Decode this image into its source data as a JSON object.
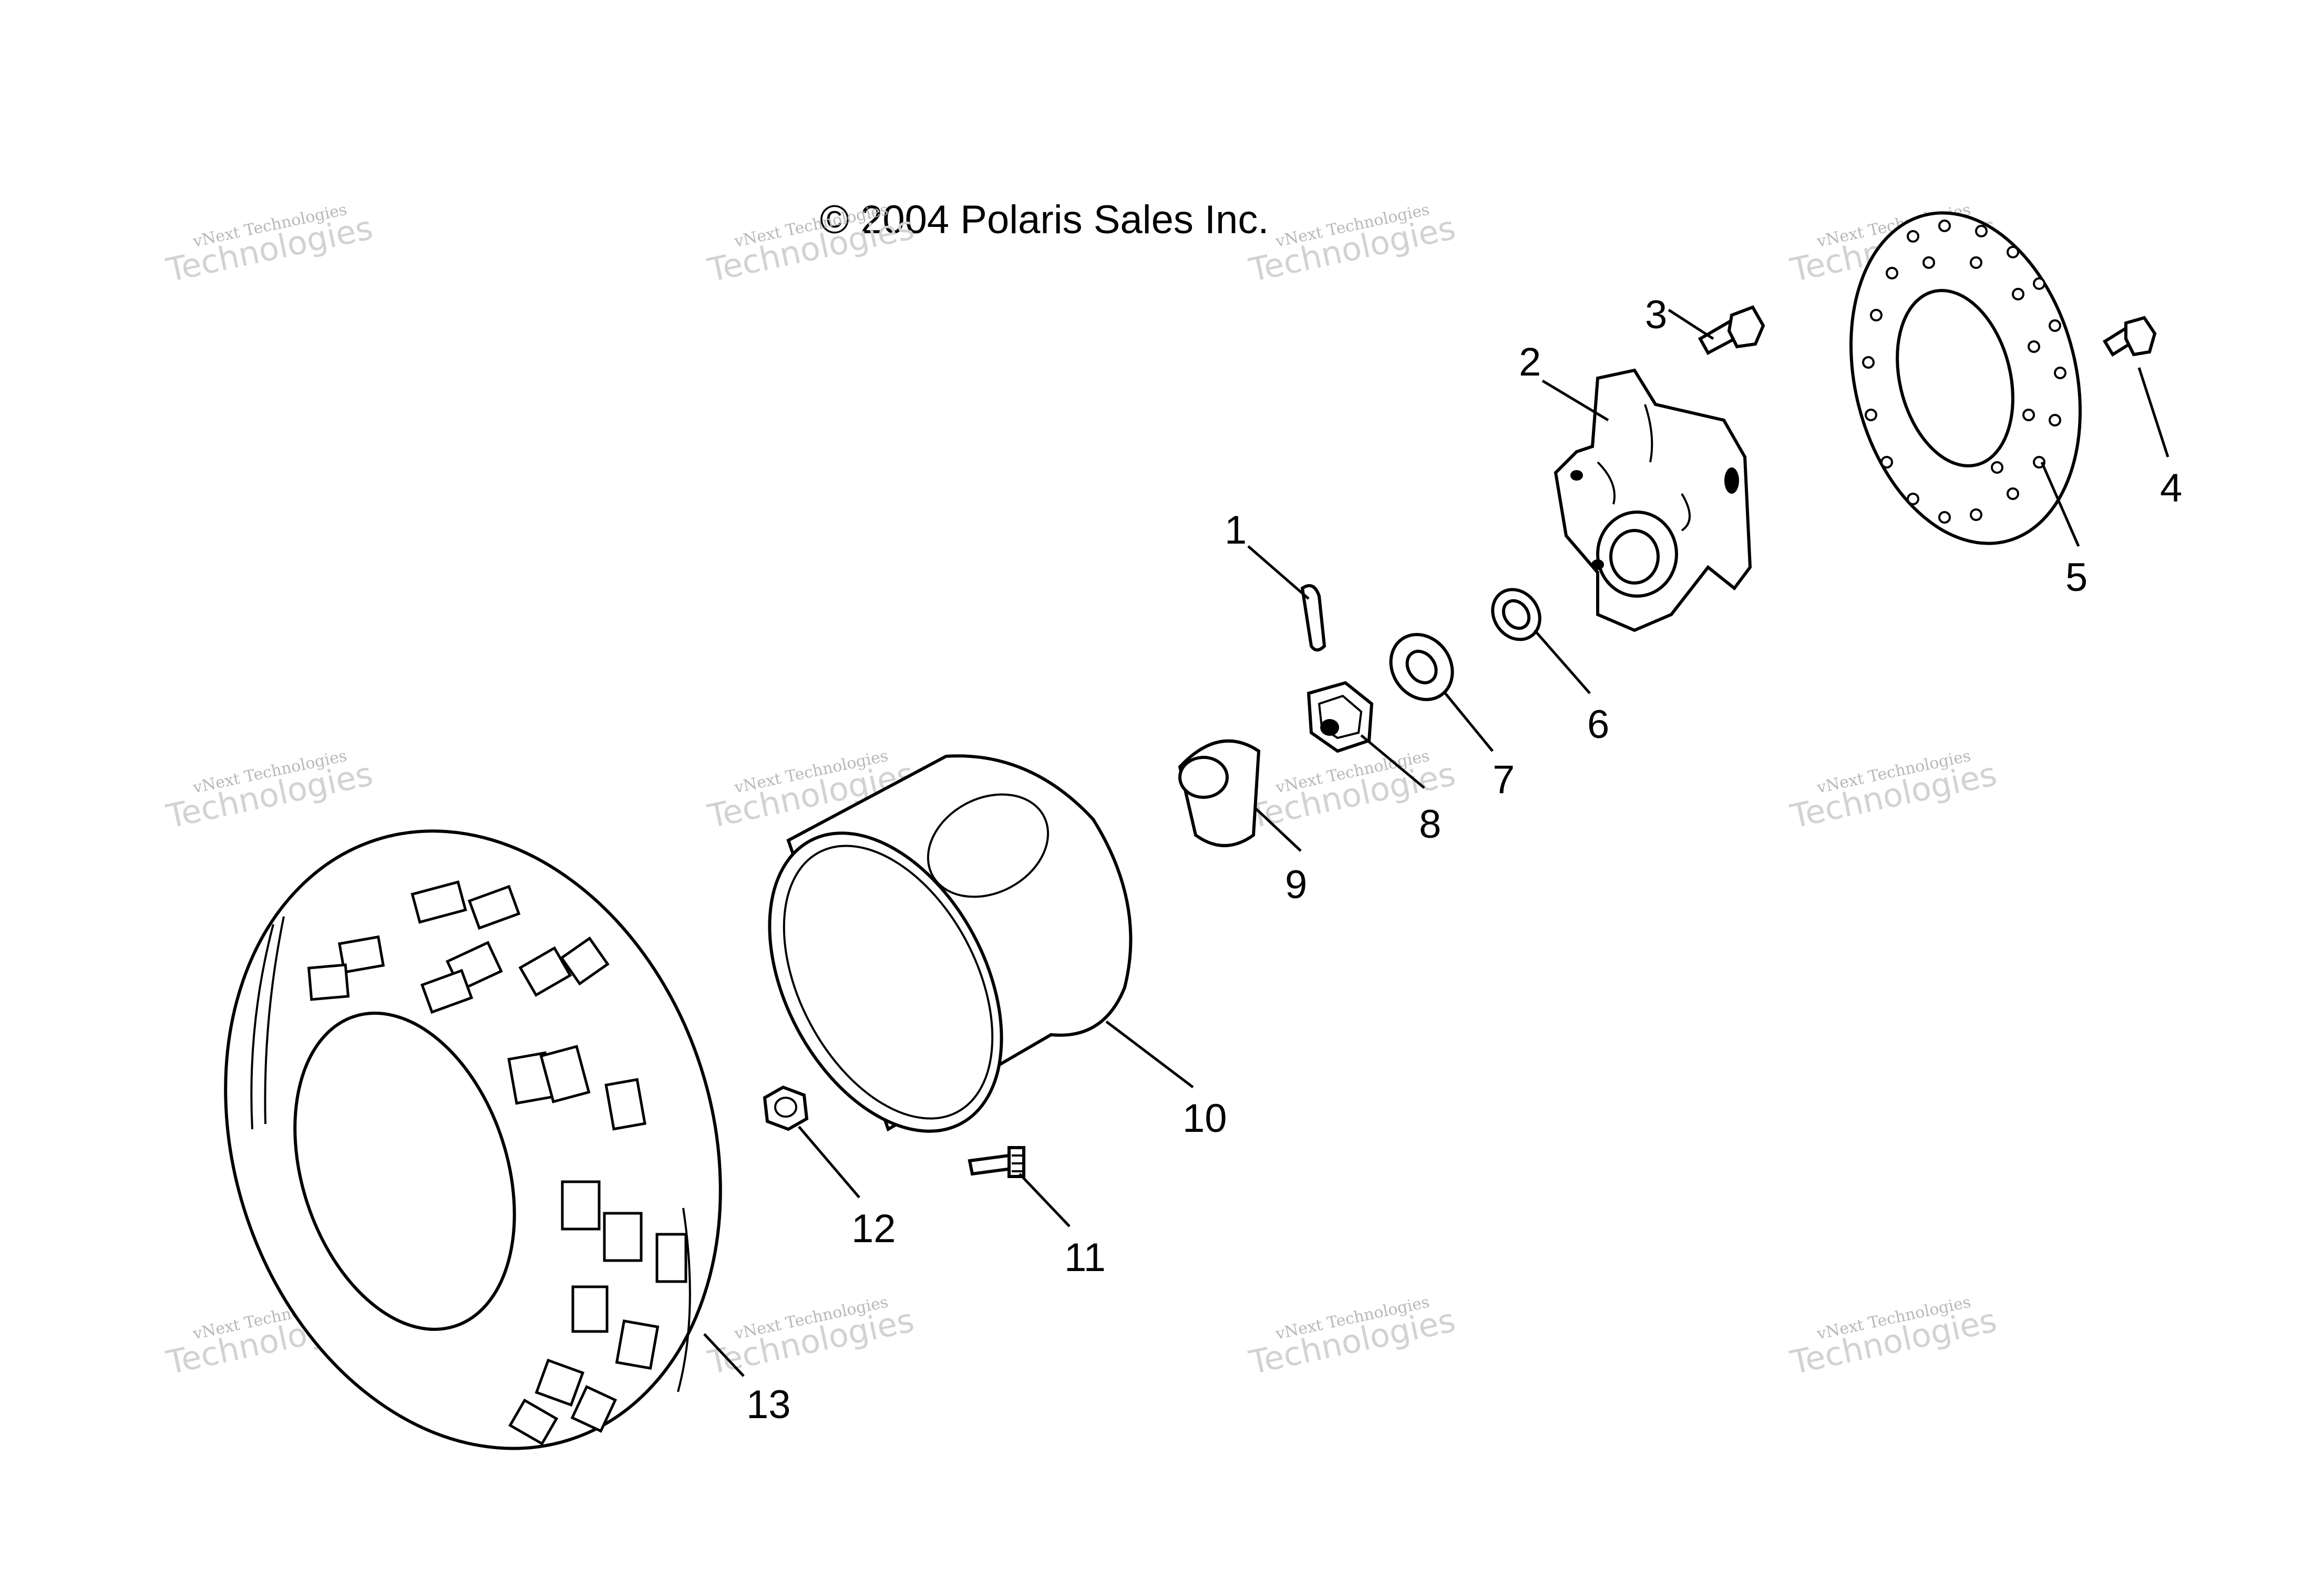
{
  "copyright": "© 2004 Polaris Sales Inc.",
  "watermark": {
    "line1": "vNext Technologies",
    "line2": "Technologies"
  },
  "callouts": [
    "1",
    "2",
    "3",
    "4",
    "5",
    "6",
    "7",
    "8",
    "9",
    "10",
    "11",
    "12",
    "13"
  ],
  "colors": {
    "line": "#000000",
    "background": "#ffffff",
    "watermark": "#c8c8c8"
  }
}
